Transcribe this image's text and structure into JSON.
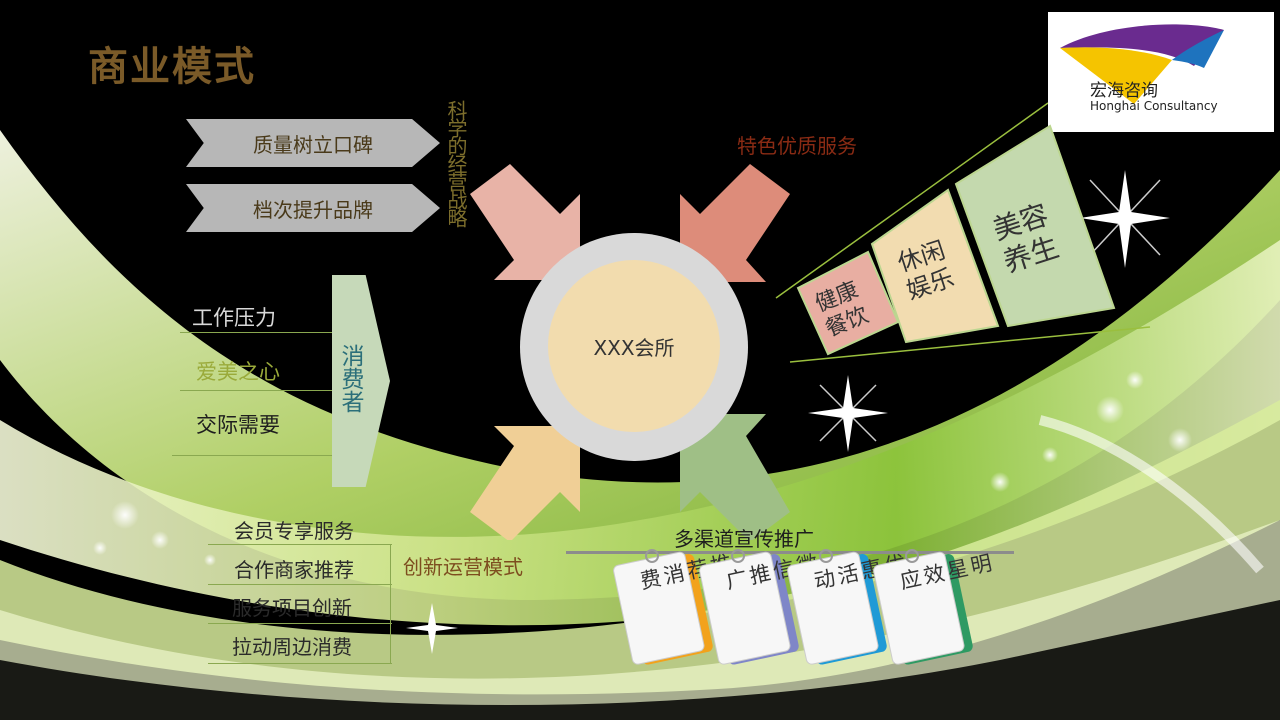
{
  "title": "商业模式",
  "logo": {
    "name_cn": "宏海咨询",
    "name_en": "Honghai Consultancy"
  },
  "strategy": {
    "items": [
      "质量树立口碑",
      "档次提升品牌"
    ],
    "label": "科学的经营战略"
  },
  "services": {
    "label": "特色优质服务",
    "items": [
      {
        "text": "健康餐饮",
        "color": "#e8aea2"
      },
      {
        "text": "休闲娱乐",
        "color": "#f2dcb0"
      },
      {
        "text": "美容养生",
        "color": "#c4d9ae"
      }
    ]
  },
  "center": {
    "label": "XXX会所"
  },
  "consumers": {
    "label": "消费者",
    "motives": [
      "工作压力",
      "爱美之心",
      "交际需要"
    ]
  },
  "operation": {
    "label": "创新运营模式",
    "items": [
      "会员专享服务",
      "合作商家推荐",
      "服务项目创新",
      "拉动周边消费"
    ]
  },
  "promotion": {
    "label": "多渠道宣传推广",
    "items": [
      {
        "text": "推荐消费",
        "color": "#f2a21c"
      },
      {
        "text": "微信推广",
        "color": "#7f86c8"
      },
      {
        "text": "优惠活动",
        "color": "#1f9ad6"
      },
      {
        "text": "明星效应",
        "color": "#2e9a63"
      }
    ]
  },
  "colors": {
    "title": "#7a5a28",
    "arrow_top_left": "#e8b3a7",
    "arrow_top_right": "#dd8c7a",
    "arrow_bottom_left": "#f0cf96",
    "arrow_bottom_right": "#9fbf86"
  }
}
